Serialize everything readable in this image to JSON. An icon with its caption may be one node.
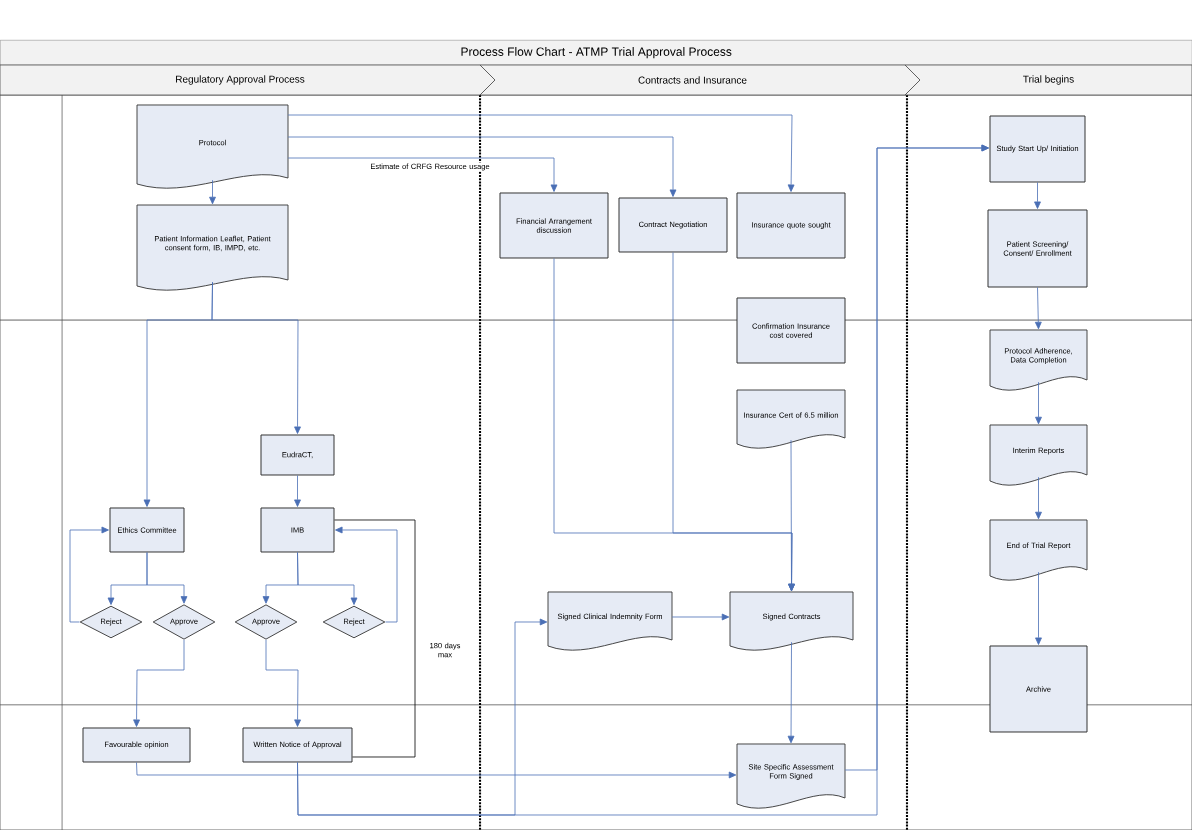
{
  "diagram": {
    "title": "Process Flow Chart - ATMP Trial Approval Process",
    "nodes": [
      {
        "text": [
          "Regulatory Approval Process"
        ]
      },
      {
        "text": [
          "Contracts and Insurance"
        ]
      },
      {
        "text": [
          "Trial begins"
        ]
      },
      {
        "text": [
          "Protocol"
        ]
      },
      {
        "text": [
          "Patient Information Leaflet, Patient consent form, IB, IMPD, etc."
        ]
      },
      {
        "text": [
          "Financial Arrangement discussion"
        ]
      },
      {
        "text": [
          "Contract Negotiation"
        ]
      },
      {
        "text": [
          "Insurance quote sought"
        ]
      },
      {
        "text": [
          "Confirmation Insurance cost covered"
        ]
      },
      {
        "text": [
          "Insurance Cert of 6.5 million"
        ]
      },
      {
        "text": [
          "EudraCT,"
        ]
      },
      {
        "text": [
          "Ethics Committee"
        ]
      },
      {
        "text": [
          "IMB"
        ]
      },
      {
        "text": [
          "Reject"
        ]
      },
      {
        "text": [
          "Approve"
        ]
      },
      {
        "text": [
          "Approve"
        ]
      },
      {
        "text": [
          "Reject"
        ]
      },
      {
        "text": [
          "Favourable opinion"
        ]
      },
      {
        "text": [
          "Written Notice of Approval"
        ]
      },
      {
        "text": [
          "Signed Clinical Indemnity Form"
        ]
      },
      {
        "text": [
          "Signed Contracts"
        ]
      },
      {
        "text": [
          "Site Specific Assessment Form Signed"
        ]
      },
      {
        "text": [
          "Study Start Up/ Initiation"
        ]
      },
      {
        "text": [
          "Patient Screening/ Consent/ Enrollment"
        ]
      },
      {
        "text": [
          "Protocol Adherence, Data Completion"
        ]
      },
      {
        "text": [
          "Interim Reports"
        ]
      },
      {
        "text": [
          "End of Trial Report"
        ]
      },
      {
        "text": [
          "Archive"
        ]
      }
    ],
    "edges": [
      {
        "from": 3,
        "to": 7,
        "arrow": "to"
      },
      {
        "from": 3,
        "to": 6,
        "arrow": "to"
      },
      {
        "from": 3,
        "to": 5,
        "arrow": "to",
        "label": "Estimate of CRFG Resource usage"
      },
      {
        "from": 3,
        "to": 4,
        "arrow": "to"
      },
      {
        "from": 4,
        "to": 11,
        "arrow": "to"
      },
      {
        "from": 4,
        "to": 10,
        "arrow": "to"
      },
      {
        "from": 10,
        "to": 12,
        "arrow": "to"
      },
      {
        "from": 11,
        "to": 13,
        "arrow": "to"
      },
      {
        "from": 11,
        "to": 14,
        "arrow": "to"
      },
      {
        "from": 12,
        "to": 15,
        "arrow": "to"
      },
      {
        "from": 12,
        "to": 16,
        "arrow": "to"
      },
      {
        "from": 13,
        "to": 11,
        "arrow": "to"
      },
      {
        "from": 16,
        "to": 12,
        "arrow": "to"
      },
      {
        "from": 14,
        "to": 17,
        "arrow": "to"
      },
      {
        "from": 15,
        "to": 18,
        "arrow": "to"
      },
      {
        "from": 18,
        "to": 12,
        "arrow": "none",
        "color": "#000000",
        "label": "180 days max"
      },
      {
        "from": 5,
        "to": 20,
        "arrow": "to"
      },
      {
        "from": 6,
        "to": 20,
        "arrow": "to"
      },
      {
        "from": 9,
        "to": 20,
        "arrow": "to"
      },
      {
        "from": 19,
        "to": 20,
        "arrow": "to"
      },
      {
        "from": 20,
        "to": 21,
        "arrow": "to"
      },
      {
        "from": 17,
        "to": 21,
        "arrow": "to"
      },
      {
        "from": 18,
        "to": 19,
        "arrow": "to"
      },
      {
        "from": 18,
        "to": 22,
        "arrow": "to"
      },
      {
        "from": 21,
        "to": 22,
        "arrow": "to"
      },
      {
        "from": 22,
        "to": 23,
        "arrow": "to"
      },
      {
        "from": 23,
        "to": 24,
        "arrow": "to"
      },
      {
        "from": 24,
        "to": 25,
        "arrow": "to"
      },
      {
        "from": 25,
        "to": 26,
        "arrow": "to"
      },
      {
        "from": 26,
        "to": 27,
        "arrow": "to"
      }
    ]
  }
}
